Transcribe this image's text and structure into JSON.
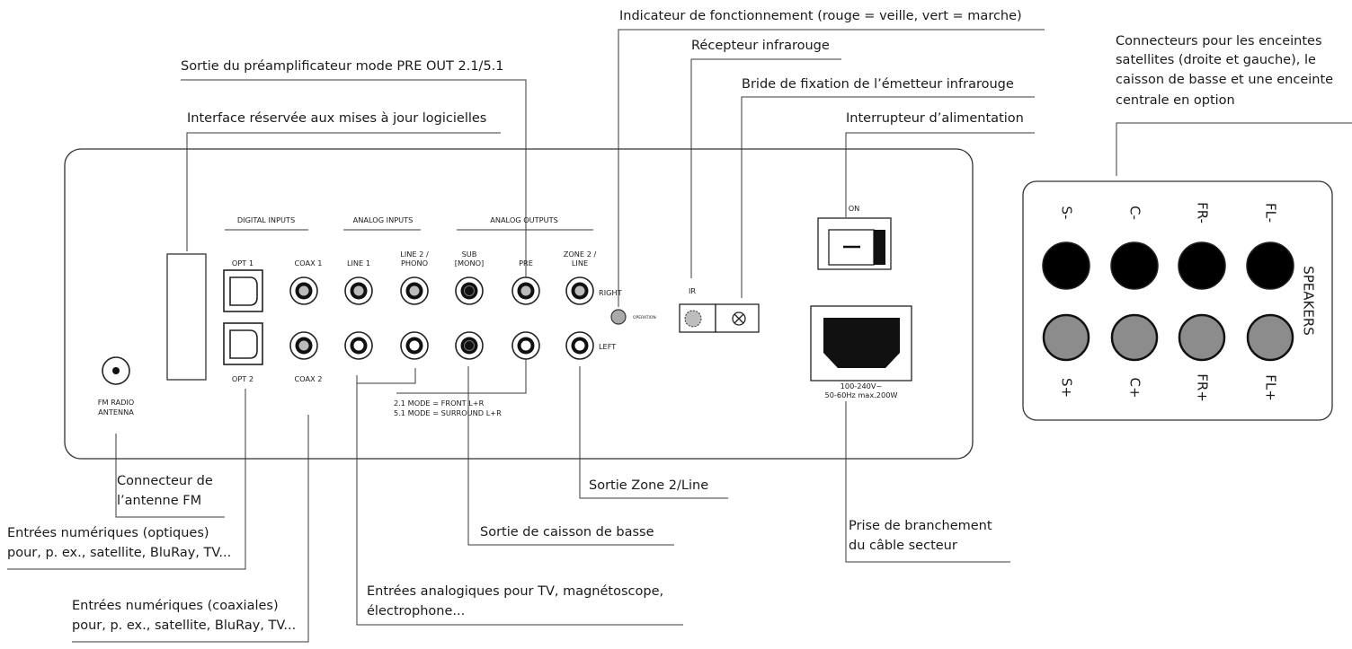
{
  "callouts": {
    "operation_indicator": "Indicateur de fonctionnement (rouge = veille, vert = marche)",
    "ir_receiver": "Récepteur infrarouge",
    "preamp_out": "Sortie du préamplificateur mode PRE OUT 2.1/5.1",
    "ir_emitter_mount": "Bride de fixation de l’émetteur infrarouge",
    "power_switch": "Interrupteur d’alimentation",
    "update_interface": "Interface réservée aux mises à jour logicielles",
    "speaker_connectors": [
      "Connecteurs pour les enceintes",
      "satellites (droite et gauche), le",
      "caisson de basse et une enceinte",
      "centrale en option"
    ],
    "fm_antenna": [
      "Connecteur de",
      "l’antenne FM"
    ],
    "digital_optical": [
      "Entrées numériques (optiques)",
      "pour, p. ex., satellite, BluRay, TV..."
    ],
    "digital_coaxial": [
      "Entrées numériques (coaxiales)",
      "pour, p. ex., satellite, BluRay, TV..."
    ],
    "zone2_out": "Sortie Zone 2/Line",
    "subwoofer_out": "Sortie de caisson de basse",
    "analog_inputs": [
      "Entrées analogiques pour TV, magnétoscope,",
      "électrophone..."
    ],
    "power_socket": [
      "Prise de branchement",
      "du câble secteur"
    ]
  },
  "panel": {
    "groups": {
      "digital": "DIGITAL INPUTS",
      "analog_in": "ANALOG INPUTS",
      "analog_out": "ANALOG OUTPUTS"
    },
    "labels": {
      "opt1": "OPT 1",
      "opt2": "OPT 2",
      "coax1": "COAX 1",
      "coax2": "COAX 2",
      "line1": "LINE 1",
      "line2": [
        "LINE 2 /",
        "PHONO"
      ],
      "sub": [
        "SUB",
        "[MONO]"
      ],
      "pre": "PRE",
      "zone2": [
        "ZONE 2 /",
        "LINE"
      ],
      "right": "RIGHT",
      "left": "LEFT",
      "operation": "OPERATION",
      "ir": "IR",
      "on": "ON",
      "fm": [
        "FM RADIO",
        "ANTENNA"
      ],
      "voltage": [
        "100-240V~",
        "50-60Hz  max.200W"
      ],
      "mode": [
        "2.1 MODE = FRONT L+R",
        "5.1 MODE = SURROUND L+R"
      ]
    }
  },
  "speakers": {
    "title": "SPEAKERS",
    "top": [
      "S-",
      "C-",
      "FR-",
      "FL-"
    ],
    "bottom": [
      "S+",
      "C+",
      "FR+",
      "FL+"
    ]
  }
}
